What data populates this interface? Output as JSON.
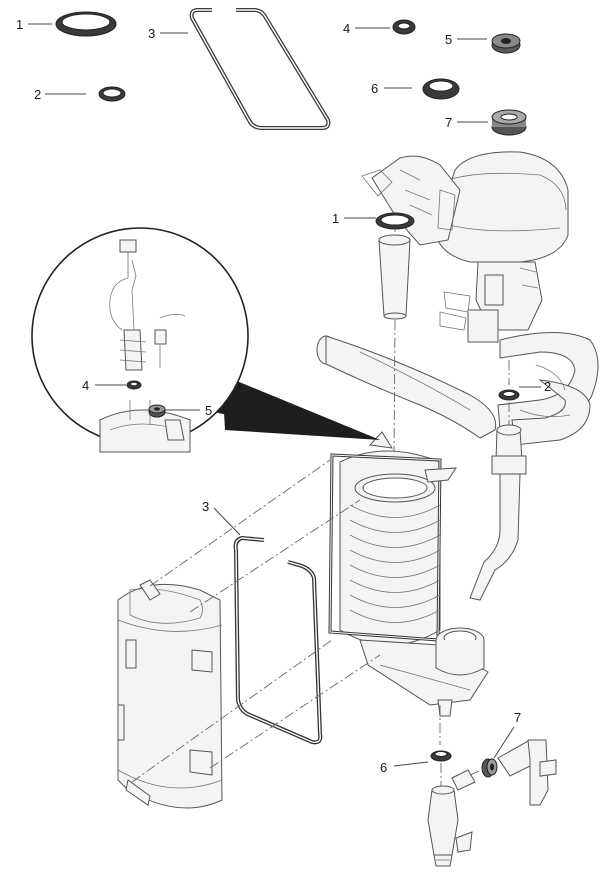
{
  "callouts": {
    "seal_1_top": "1",
    "seal_2_top": "2",
    "seal_3_top": "3",
    "seal_4_top": "4",
    "seal_5_top": "5",
    "seal_6_top": "6",
    "seal_7_top": "7",
    "seal_1_main": "1",
    "seal_2_main": "2",
    "seal_3_main": "3",
    "seal_4_detail": "4",
    "seal_5_detail": "5",
    "seal_6_main": "6",
    "seal_7_main": "7"
  }
}
